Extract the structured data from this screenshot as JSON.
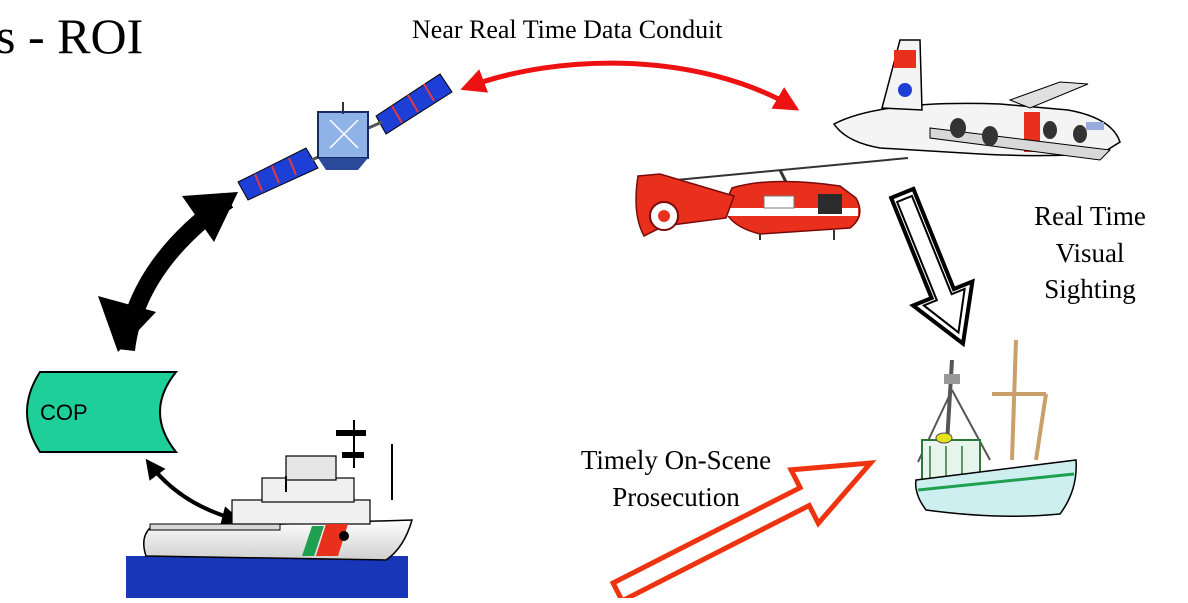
{
  "title": "s - ROI",
  "labels": {
    "data_conduit": "Near Real Time Data Conduit",
    "visual_line1": "Real Time",
    "visual_line2": "Visual",
    "visual_line3": "Sighting",
    "prosecution_line1": "Timely On-Scene",
    "prosecution_line2": "Prosecution",
    "cop": "COP"
  },
  "icons": {
    "satellite": "satellite-icon",
    "aircraft": "c130-aircraft-icon",
    "helicopter": "helicopter-icon",
    "cutter": "coast-guard-cutter-icon",
    "fishing_vessel": "fishing-vessel-icon",
    "cop_shape": "cop-stored-data-shape"
  },
  "colors": {
    "conduit_arrow": "#ee1111",
    "prosecution_arrow": "#ee3311",
    "cop_fill": "#1fcf9a",
    "sea": "#1736b8",
    "cg_red": "#e8301c",
    "arrow_black": "#000000"
  }
}
